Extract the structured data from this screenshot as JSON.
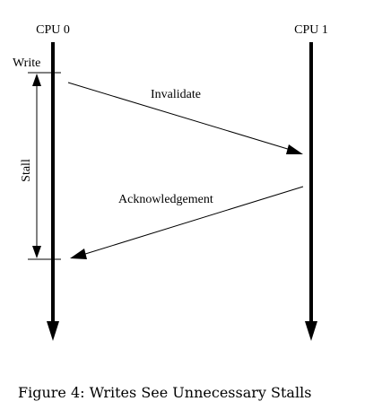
{
  "diagram": {
    "cpu0_label": "CPU 0",
    "cpu1_label": "CPU 1",
    "write_label": "Write",
    "stall_label": "Stall",
    "invalidate_label": "Invalidate",
    "ack_label": "Acknowledgement"
  },
  "caption": "Figure 4: Writes See Unnecessary Stalls"
}
